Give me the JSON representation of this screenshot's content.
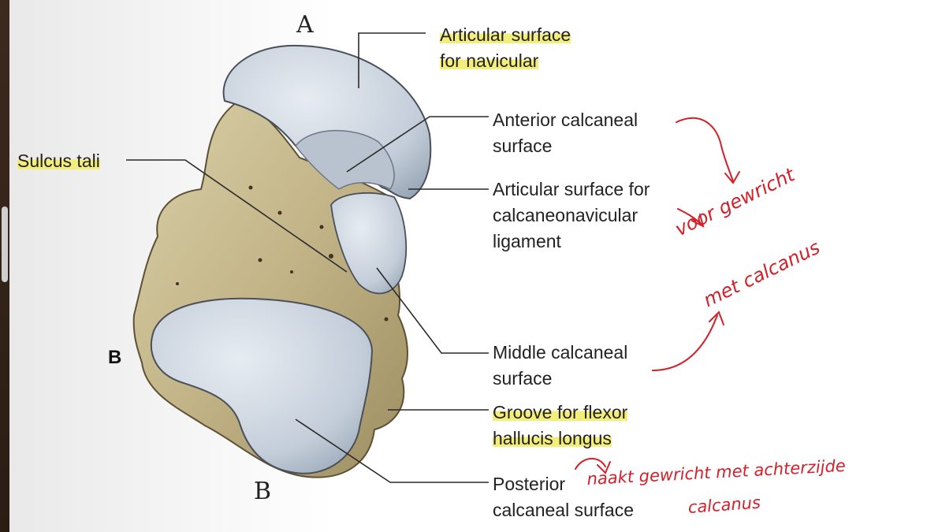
{
  "labels": {
    "navicular_1": "Articular surface",
    "navicular_2": "for navicular",
    "anterior_1": "Anterior calcaneal",
    "anterior_2": "surface",
    "ligament_1": "Articular surface for",
    "ligament_2": "calcaneonavicular",
    "ligament_3": "ligament",
    "sulcus": "Sulcus tali",
    "middle_1": "Middle calcaneal",
    "middle_2": "surface",
    "groove_1": "Groove for flexor",
    "groove_2": "hallucis longus",
    "posterior_1": "Posterior",
    "posterior_2": "calcaneal surface",
    "panel": "B"
  },
  "handwriting": {
    "letter_a": "A",
    "letter_b": "B",
    "note_1_line1": "voor gewricht",
    "note_1_line2": "met calcanus",
    "note_2_line1": "naakt gewricht met achterzijde",
    "note_2_line2": "calcanus"
  },
  "colors": {
    "highlight": "#f3ee7a",
    "annotation_red": "#d4202a",
    "bone": "#c9bd93",
    "cartilage": "#cfd7e2"
  }
}
